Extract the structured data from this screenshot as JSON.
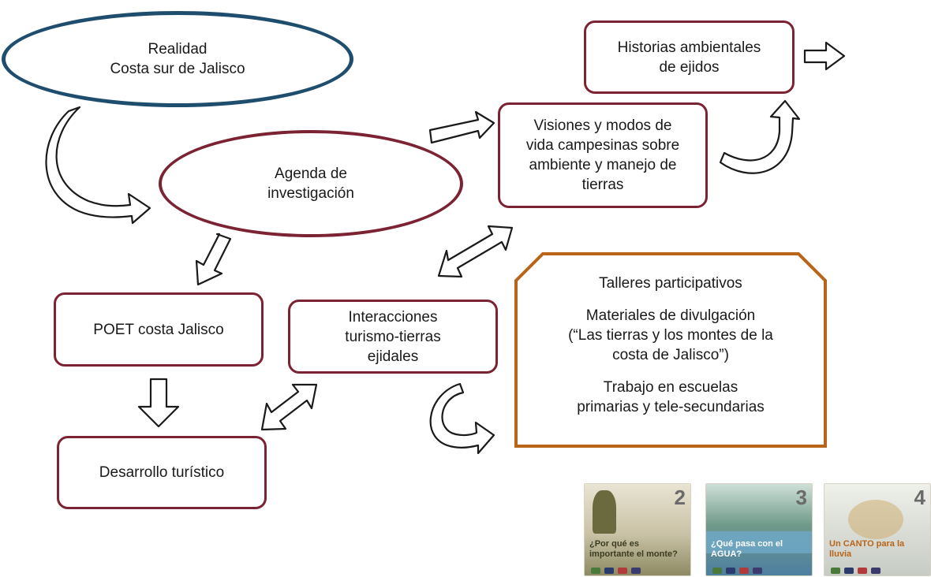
{
  "nodes": {
    "realidad": "Realidad\nCosta sur de Jalisco",
    "agenda": "Agenda de\ninvestigación",
    "historias": "Historias ambientales\nde ejidos",
    "visiones": "Visiones y modos de\nvida campesinas sobre\nambiente y manejo de\ntierras",
    "poet": "POET costa Jalisco",
    "interacciones": "Interacciones\nturismo-tierras\nejidales",
    "desarrollo": "Desarrollo turístico"
  },
  "talleres": {
    "line1": "Talleres participativos",
    "line2": "Materiales de divulgación\n(“Las tierras y los montes de la\ncosta de Jalisco”)",
    "line3": "Trabajo en escuelas\nprimarias y tele-secundarias"
  },
  "booklets": [
    {
      "number": "2",
      "title": "¿Por qué es importante el monte?",
      "color": "#c9c2a6"
    },
    {
      "number": "3",
      "title": "¿Qué pasa con el AGUA?",
      "color": "#6f9a8a"
    },
    {
      "number": "4",
      "title": "Un CANTO para la lluvia",
      "color": "#d9dcd4"
    }
  ],
  "colors": {
    "ellipse_blue": "#1e4d6e",
    "ellipse_red": "#7b2332",
    "box_border": "#7b2332",
    "talleres_border": "#b8651a"
  }
}
